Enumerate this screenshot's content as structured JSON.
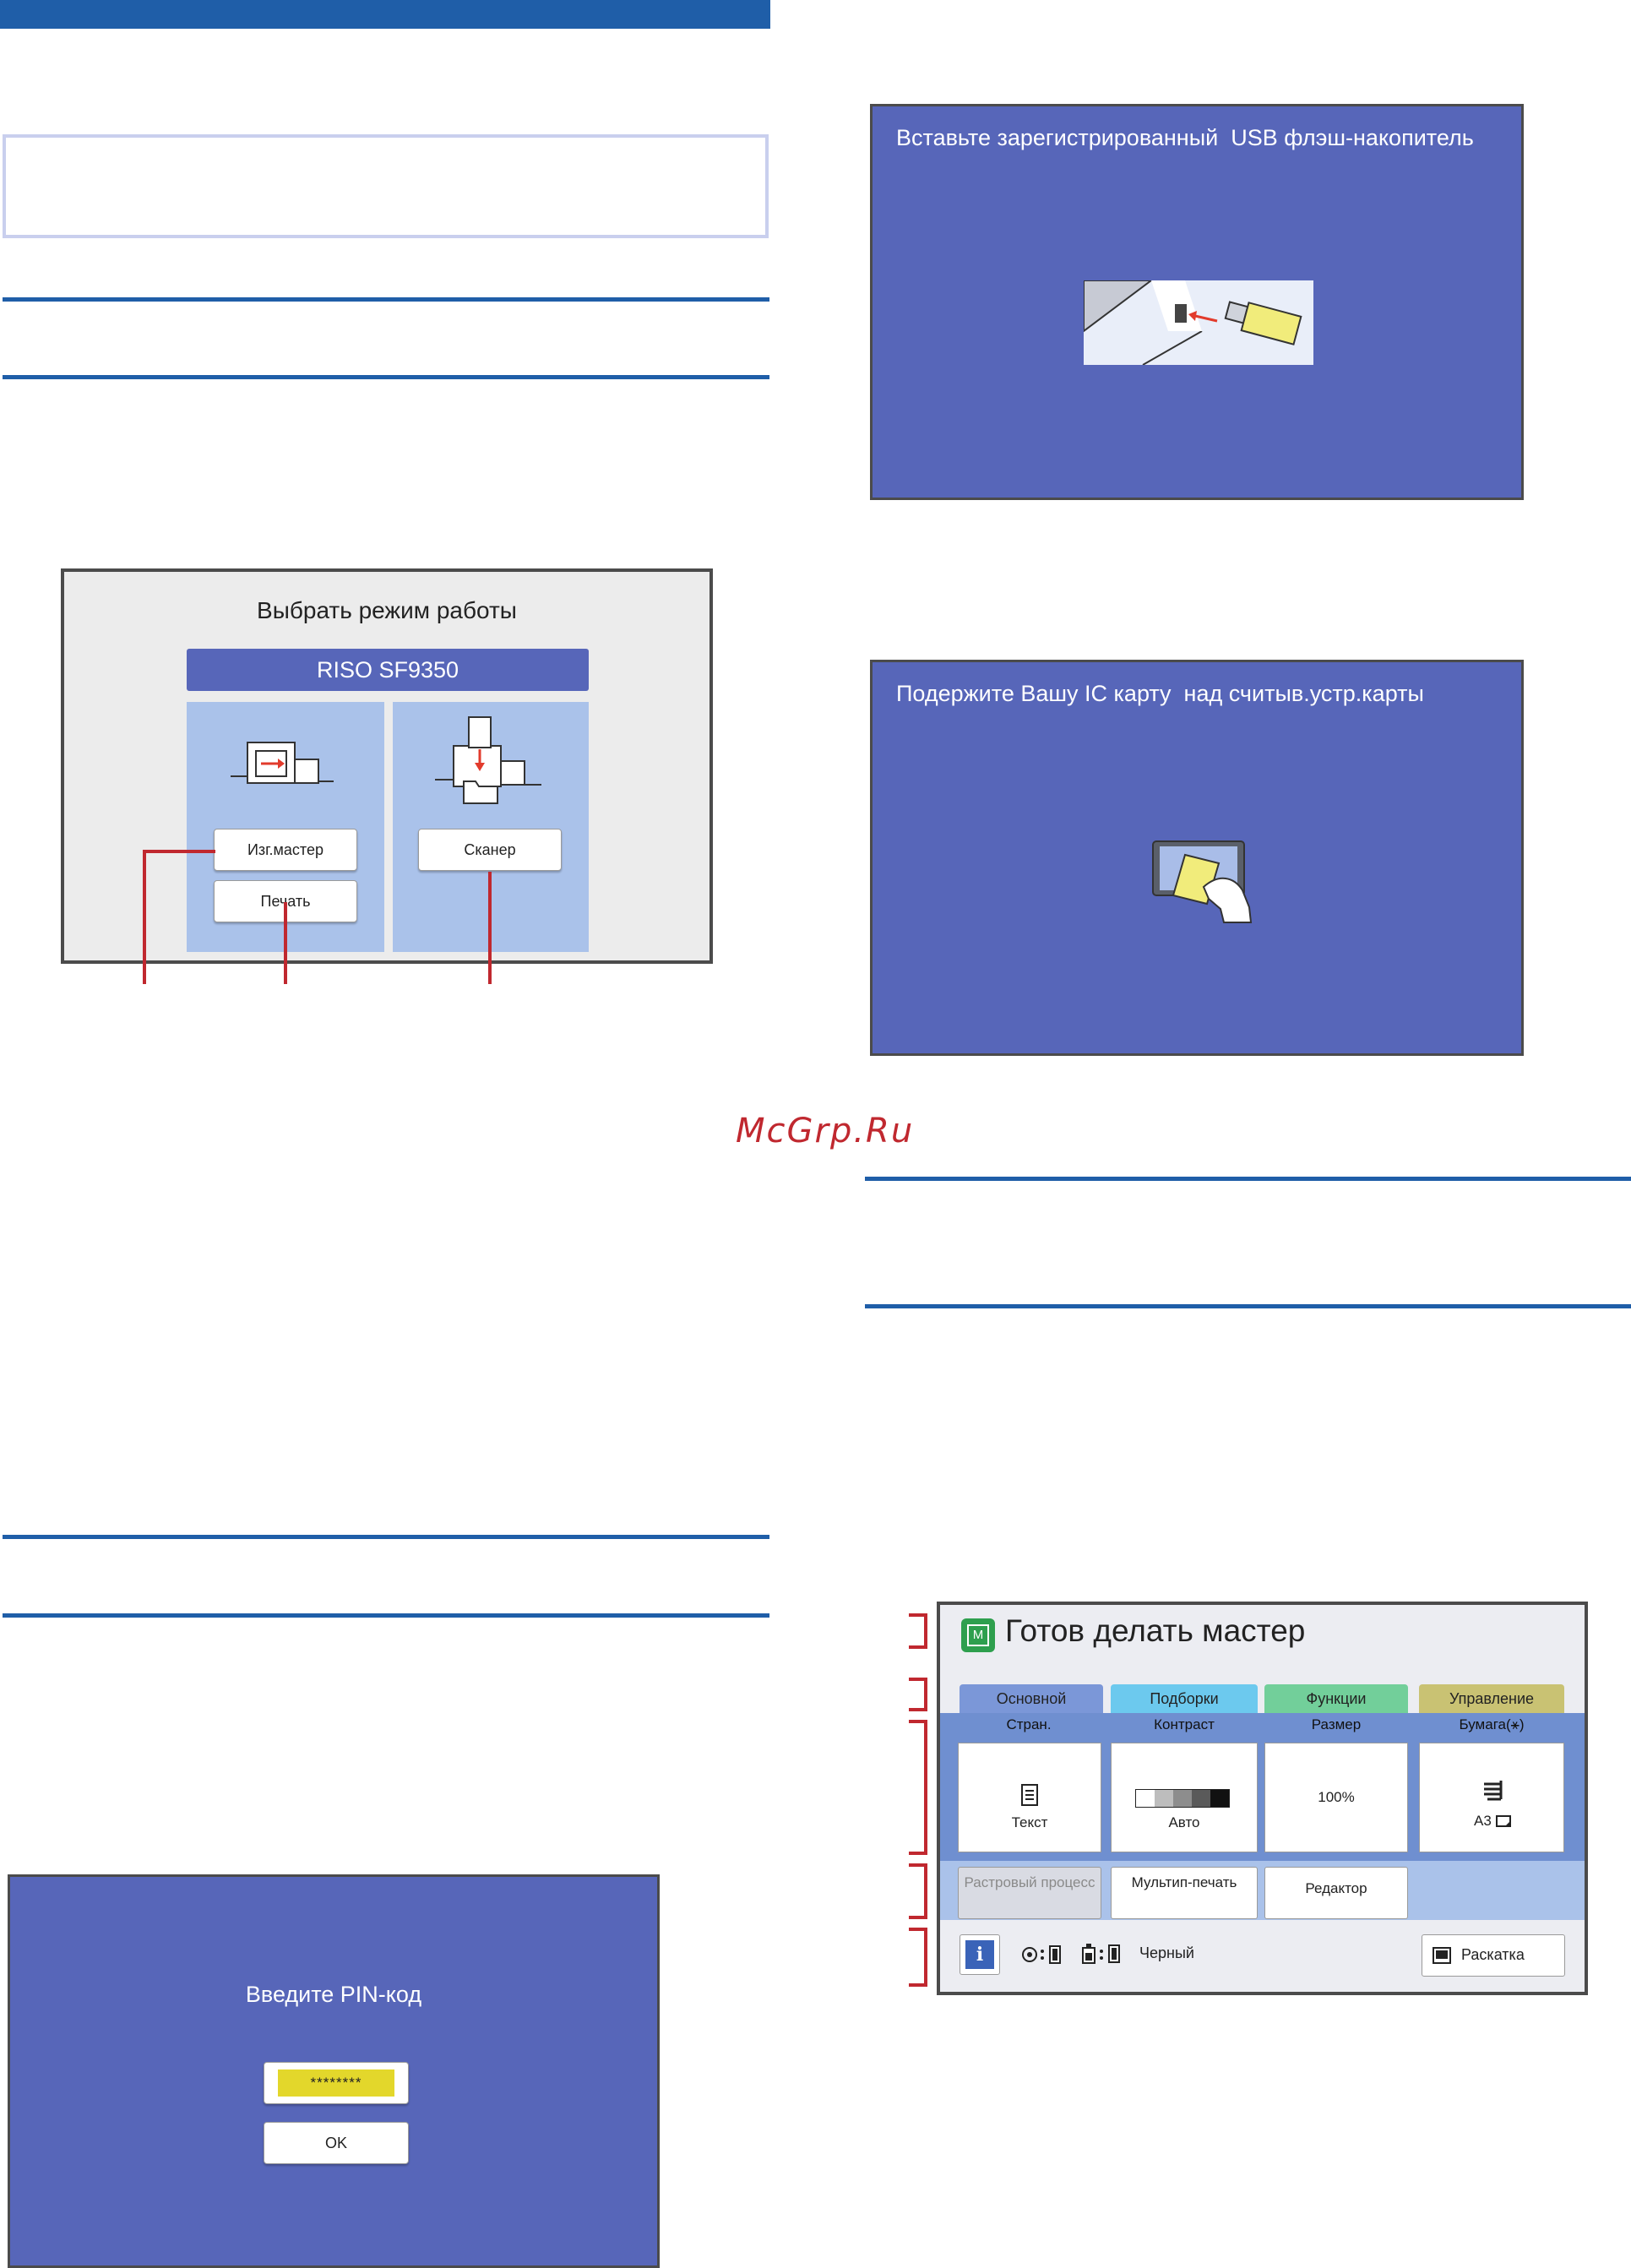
{
  "watermark": "McGrp.Ru",
  "mode_select": {
    "title": "Выбрать режим работы",
    "model": "RISO SF9350",
    "btn_master": "Изг.мастер",
    "btn_print": "Печать",
    "btn_scanner": "Сканер"
  },
  "pin": {
    "title": "Введите PIN-код",
    "masked_value": "********",
    "ok_label": "OK"
  },
  "usb": {
    "title": "Вставьте зарегистрированный  USB флэш-накопитель"
  },
  "ic": {
    "title": "Подержите Вашу IC карту  над считыв.устр.карты"
  },
  "control_panel": {
    "status": "Готов делать мастер",
    "status_icon_letter": "M",
    "tabs": [
      "Основной",
      "Подборки",
      "Функции",
      "Управление"
    ],
    "tab_colors": [
      "#7b97d8",
      "#6cc9ee",
      "#72cf9a",
      "#c9c273"
    ],
    "labels": [
      "Стран.",
      "Контраст",
      "Размер",
      "Бумага(⚹)"
    ],
    "tile_page": "Текст",
    "tile_contrast": "Авто",
    "tile_size": "100%",
    "tile_paper": "A3",
    "btn_raster": "Растровый процесс",
    "btn_multi": "Мультип-печать",
    "btn_editor": "Редактор",
    "info_icon": "i",
    "ink_label": "Черный",
    "btn_roll": "Раскатка"
  }
}
